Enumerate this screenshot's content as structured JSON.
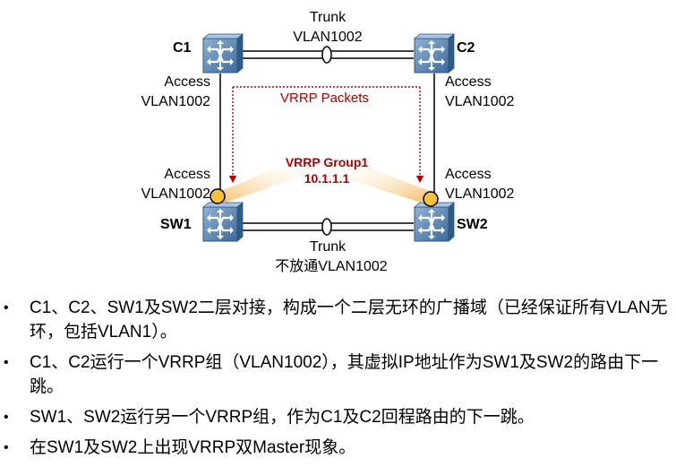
{
  "diagram": {
    "nodes": {
      "c1": "C1",
      "c2": "C2",
      "sw1": "SW1",
      "sw2": "SW2"
    },
    "links": {
      "top_trunk": {
        "line1": "Trunk",
        "line2": "VLAN1002"
      },
      "bottom_trunk": {
        "line1": "Trunk",
        "line2": "不放通VLAN1002"
      },
      "c1_access": {
        "line1": "Access",
        "line2": "VLAN1002"
      },
      "c2_access": {
        "line1": "Access",
        "line2": "VLAN1002"
      },
      "sw1_access": {
        "line1": "Access",
        "line2": "VLAN1002"
      },
      "sw2_access": {
        "line1": "Access",
        "line2": "VLAN1002"
      }
    },
    "vrrp_packets": "VRRP Packets",
    "vrrp_group": {
      "line1": "VRRP Group1",
      "line2": "10.1.1.1"
    },
    "colors": {
      "accent_red": "#b20000",
      "switch_blue": "#5a86b3",
      "vip_yellow": "#f8c040",
      "beam": "#f6c878"
    }
  },
  "bullets": [
    "C1、C2、SW1及SW2二层对接，构成一个二层无环的广播域（已经保证所有VLAN无环，包括VLAN1）。",
    "C1、C2运行一个VRRP组（VLAN1002），其虚拟IP地址作为SW1及SW2的路由下一跳。",
    "SW1、SW2运行另一个VRRP组，作为C1及C2回程路由的下一跳。",
    "在SW1及SW2上出现VRRP双Master现象。"
  ],
  "bullet_symbol": "•"
}
